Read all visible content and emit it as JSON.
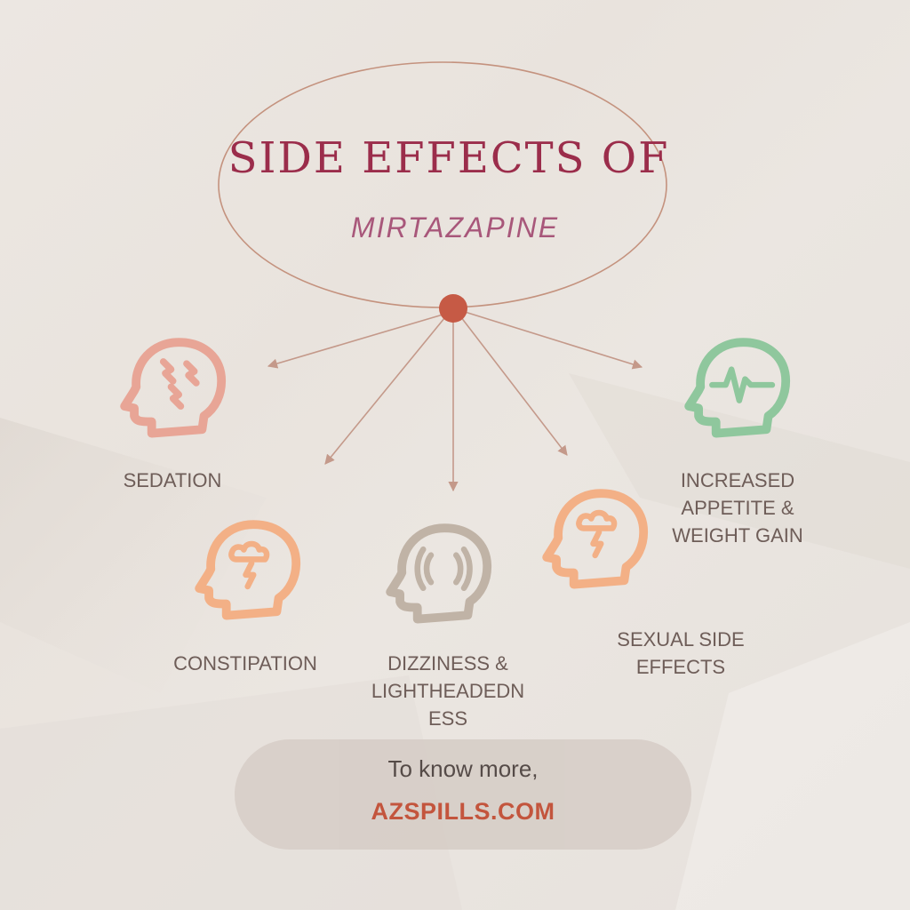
{
  "header": {
    "title": "SIDE EFFECTS OF",
    "subtitle": "MIRTAZAPINE"
  },
  "effects": [
    {
      "id": "sedation",
      "label": "SEDATION",
      "icon": "head-sedation-icon",
      "color": "#e8a596"
    },
    {
      "id": "constipation",
      "label": "CONSTIPATION",
      "icon": "head-storm-icon",
      "color": "#f3b086"
    },
    {
      "id": "dizziness",
      "label": "DIZZINESS &\nLIGHTHEADEDN\nESS",
      "icon": "head-waves-icon",
      "color": "#c0b3a6"
    },
    {
      "id": "sexual",
      "label": "SEXUAL SIDE\nEFFECTS",
      "icon": "head-storm-icon",
      "color": "#f3b086"
    },
    {
      "id": "appetite",
      "label": "INCREASED\nAPPETITE &\nWEIGHT GAIN",
      "icon": "head-pulse-icon",
      "color": "#8fc79d"
    }
  ],
  "cta": {
    "text": "To know more,",
    "site": "AZSPILLS.COM"
  },
  "colors": {
    "title": "#9b2d4b",
    "subtitle": "#a8577a",
    "hub": "#c65a45",
    "ellipse": "#c4927e",
    "arrow": "#c4998a",
    "label": "#6e5d58",
    "cta_box": "#d8cfc8",
    "cta_site": "#c24e35"
  }
}
